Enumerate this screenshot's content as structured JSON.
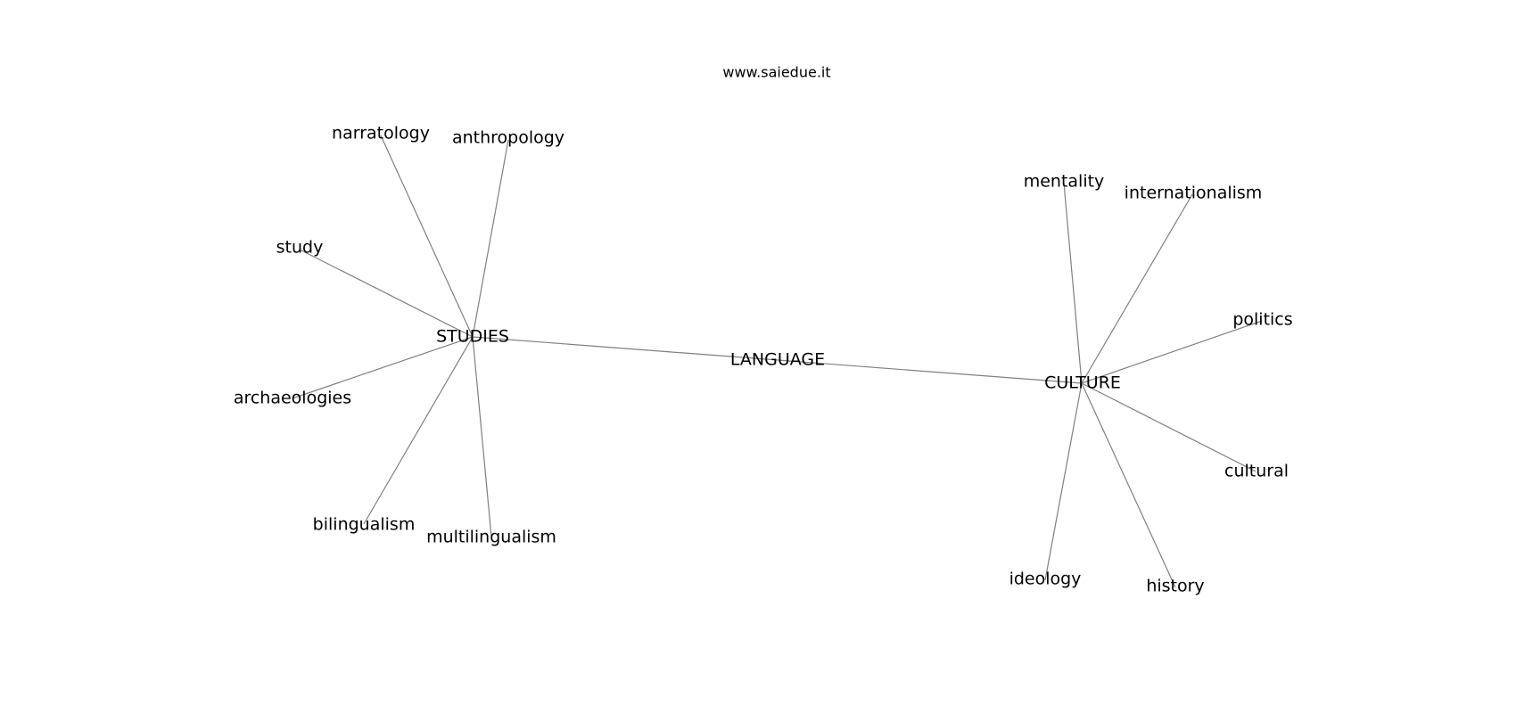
{
  "watermark": "www.saiedue.it",
  "center": "LANGUAGE",
  "hubs": [
    {
      "label": "STUDIES",
      "leaves": [
        "narratology",
        "anthropology",
        "study",
        "archaeologies",
        "bilingualism",
        "multilingualism"
      ]
    },
    {
      "label": "CULTURE",
      "leaves": [
        "mentality",
        "internationalism",
        "politics",
        "cultural",
        "ideology",
        "history"
      ]
    }
  ],
  "colors": {
    "edge": "#808080",
    "text": "#000000",
    "background": "#ffffff"
  }
}
